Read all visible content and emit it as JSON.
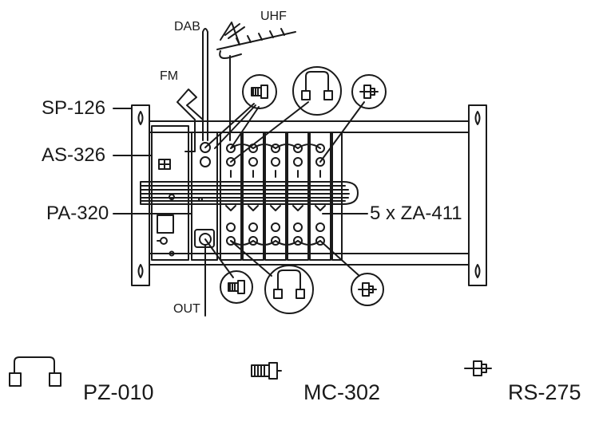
{
  "labels": {
    "dab": "DAB",
    "uhf": "UHF",
    "fm": "FM",
    "sp126": "SP-126",
    "as326": "AS-326",
    "pa320": "PA-320",
    "za411": "5 x ZA-411",
    "out": "OUT"
  },
  "legend": {
    "pz010": "PZ-010",
    "mc302": "MC-302",
    "rs275": "RS-275"
  },
  "icons": [
    "mc302-connector-icon",
    "pz010-bridge-icon",
    "rs275-terminator-icon"
  ],
  "colors": {
    "ink": "#1a1a1a",
    "background": "#ffffff"
  }
}
